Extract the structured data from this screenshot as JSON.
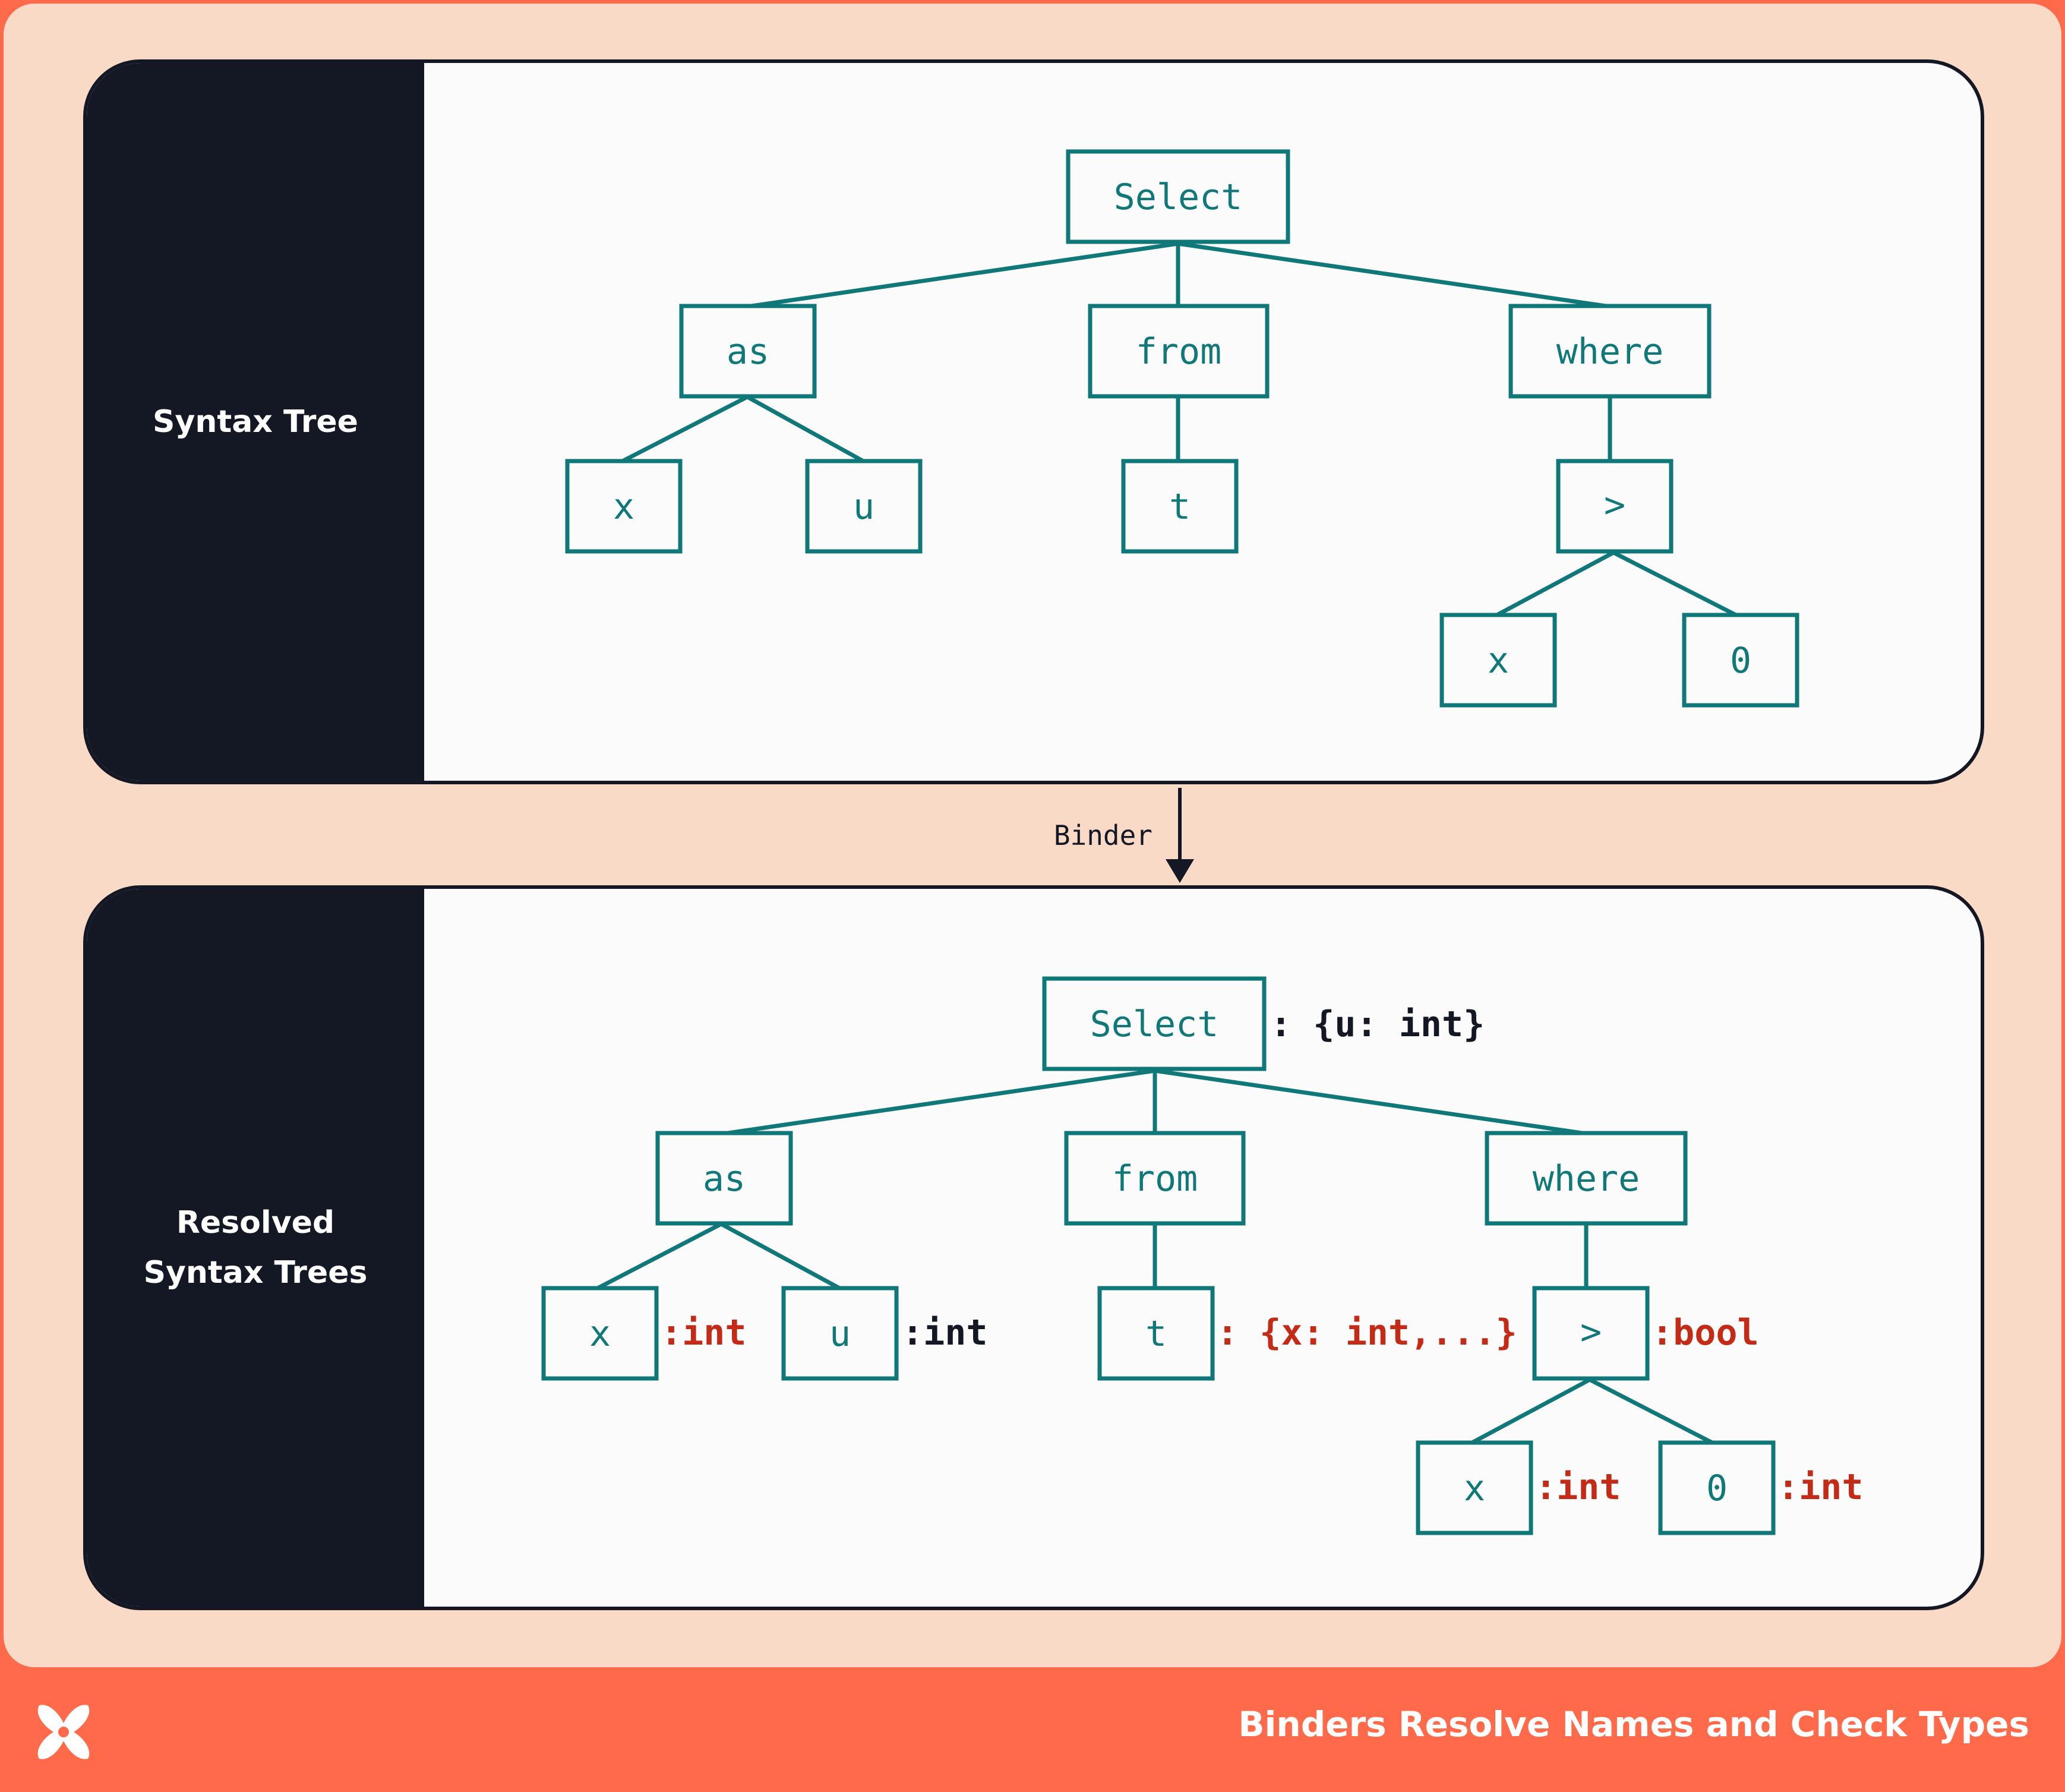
{
  "panels": {
    "top_label": "Syntax Tree",
    "bottom_label_line1": "Resolved",
    "bottom_label_line2": "Syntax Trees"
  },
  "edge_label": "Binder",
  "footer": {
    "title": "Binders Resolve Names and Check Types"
  },
  "colors": {
    "node": "#11787a",
    "type_red": "#c42b17",
    "type_dark": "#141824",
    "dark": "#141824"
  },
  "top_tree": {
    "root": "Select",
    "as": "as",
    "from": "from",
    "where": "where",
    "as_left": "x",
    "as_right": "u",
    "from_child": "t",
    "where_child": ">",
    "gt_left": "x",
    "gt_right": "0"
  },
  "bottom_tree": {
    "root": "Select",
    "root_type": ": {u: int}",
    "as": "as",
    "from": "from",
    "where": "where",
    "as_left": "x",
    "as_left_type": ":int",
    "as_right": "u",
    "as_right_type": ":int",
    "from_child": "t",
    "from_child_type": ": {x: int,...}",
    "where_child": ">",
    "where_child_type": ":bool",
    "gt_left": "x",
    "gt_left_type": ":int",
    "gt_right": "0",
    "gt_right_type": ":int"
  }
}
